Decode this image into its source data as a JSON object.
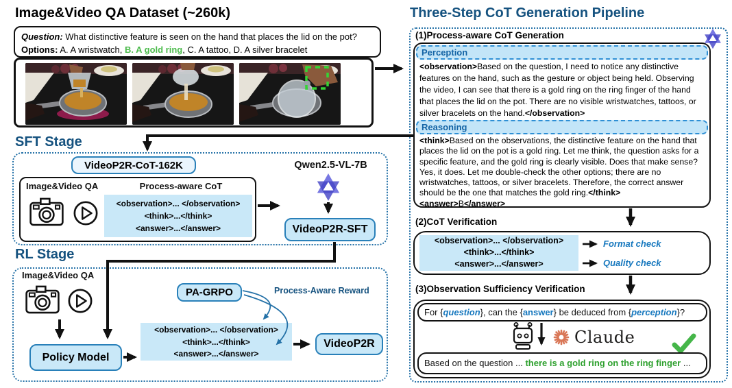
{
  "colors": {
    "accent_blue": "#15527f",
    "label_blue": "#1464a5",
    "bright_blue": "#1778be",
    "light_blue": "#c9e8f8",
    "border_blue": "#2980b9",
    "dash_blue": "#2e8fd5",
    "dot_border": "#2471a7",
    "claude_coral": "#d97757",
    "line_black": "#111111",
    "option_green": "#4cbb4c",
    "result_green": "#2da02d",
    "check_green": "#45b649",
    "highlight_green": "#35d435"
  },
  "dataset": {
    "title": "Image&Video QA Dataset (~260k)",
    "question_segments": [
      {
        "t": "Question:",
        "b": 1,
        "i": 1
      },
      {
        "t": " What distinctive feature is seen on the hand that places the lid on the pot?"
      }
    ],
    "options_segments": [
      {
        "t": "Options:",
        "b": 1
      },
      {
        "t": " A. A wristwatch, "
      },
      {
        "t": "B. A gold ring",
        "b": 1,
        "c": "#4cbb4c"
      },
      {
        "t": ", C. A tattoo, D. A silver bracelet"
      }
    ]
  },
  "sft": {
    "title": "SFT Stage",
    "dataset_box": "VideoP2R-CoT-162K",
    "qa_label": "Image&Video QA",
    "cot_label": "Process-aware CoT",
    "tags": [
      "<observation>... </observation>",
      "<think>...</think>",
      "<answer>...</answer>"
    ],
    "model_label": "Qwen2.5-VL-7B",
    "output_box": "VideoP2R-SFT"
  },
  "rl": {
    "title": "RL Stage",
    "qa_label": "Image&Video QA",
    "grpo_box": "PA-GRPO",
    "reward_label": "Process-Aware Reward",
    "policy_box": "Policy Model",
    "tags": [
      "<observation>... </observation>",
      "<think>...</think>",
      "<answer>...</answer>"
    ],
    "output_box": "VideoP2R"
  },
  "pipeline": {
    "title": "Three-Step CoT Generation Pipeline",
    "step1": {
      "header": "(1)Process-aware CoT Generation",
      "perception_label": "Perception",
      "observation_segments": [
        {
          "t": "<observation>",
          "b": 1
        },
        {
          "t": "Based on the question, I need to notice any distinctive features on the hand, such as the gesture or object being held. Observing the video, I can see that there is a gold ring on the ring finger of the hand that places the lid on the pot. There are no visible wristwatches, tattoos, or silver bracelets on the hand."
        },
        {
          "t": "</observation>",
          "b": 1
        }
      ],
      "reasoning_label": "Reasoning",
      "think_segments": [
        {
          "t": "<think>",
          "b": 1
        },
        {
          "t": "Based on the observations, the distinctive feature on the hand that places the lid on the pot is a gold ring. Let me think, the question asks for a specific feature, and the gold ring is clearly visible. Does that make sense? Yes, it does. Let me double-check the other options; there are no wristwatches, tattoos, or silver bracelets. Therefore, the correct answer should be the one that matches the gold ring."
        },
        {
          "t": "</think>",
          "b": 1
        },
        {
          "br": 1
        },
        {
          "t": "<answer>",
          "b": 1
        },
        {
          "t": "B"
        },
        {
          "t": "</answer>",
          "b": 1
        }
      ]
    },
    "step2": {
      "header": "(2)CoT Verification",
      "tags": [
        "<observation>... </observation>",
        "<think>...</think>",
        "<answer>...</answer>"
      ],
      "checks": [
        "Format check",
        "Quality check"
      ]
    },
    "step3": {
      "header": "(3)Observation Sufficiency Verification",
      "prompt_segments": [
        {
          "t": "For {"
        },
        {
          "t": "question",
          "b": 1,
          "i": 1,
          "c": "#1778be"
        },
        {
          "t": "}, can the {"
        },
        {
          "t": "answer",
          "b": 1,
          "c": "#1778be"
        },
        {
          "t": "} be deduced from {"
        },
        {
          "t": "perception",
          "b": 1,
          "i": 1,
          "c": "#1778be"
        },
        {
          "t": "}?"
        }
      ],
      "claude_label": "Claude",
      "result_segments": [
        {
          "t": "Based on the question ... "
        },
        {
          "t": "there is a gold ring on the ring finger",
          "b": 1,
          "c": "#2da02d"
        },
        {
          "t": " ..."
        }
      ]
    }
  }
}
